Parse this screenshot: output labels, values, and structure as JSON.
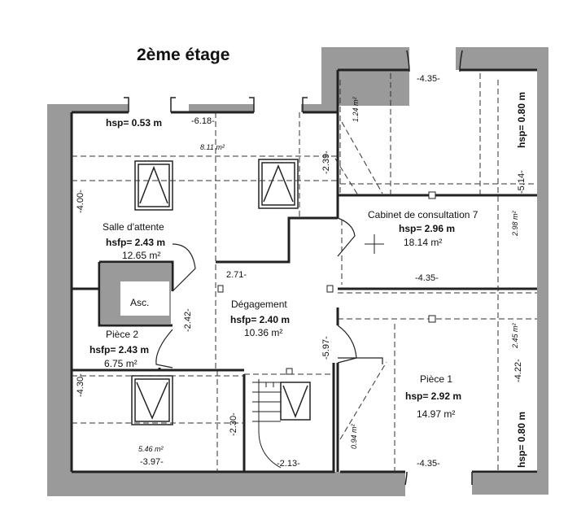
{
  "title": "2ème étage",
  "rooms": {
    "salle_attente": {
      "name": "Salle d'attente",
      "height": "hsfp= 2.43 m",
      "area": "12.65 m²"
    },
    "cabinet": {
      "name": "Cabinet de consultation 7",
      "height": "hsp= 2.96 m",
      "area": "18.14 m²"
    },
    "degagement": {
      "name": "Dégagement",
      "height": "hsfp= 2.40 m",
      "area": "10.36 m²"
    },
    "asc": {
      "name": "Asc."
    },
    "piece2": {
      "name": "Pièce 2",
      "height": "hsfp= 2.43 m",
      "area": "6.75 m²"
    },
    "piece1": {
      "name": "Pièce 1",
      "height": "hsp= 2.92 m",
      "area": "14.97 m²"
    }
  },
  "annotations": {
    "hsp_top": "hsp= 0.53 m",
    "hsp_right_top": "hsp= 0.80 m",
    "hsp_right_bottom": "hsp= 0.80 m",
    "area_top": "8.11 m²",
    "area_small_top": "1.24 m²",
    "area_side": "2.98 m²",
    "area_side_b": "2.45 m²",
    "area_stair": "0.94 m²",
    "area_bottom_left": "5.46 m²"
  },
  "dimensions": {
    "d618": "-6.18-",
    "d435_top": "-4.35-",
    "d400": "-4.00-",
    "d239": "-2.39-",
    "d514": "-5.14-",
    "d271": "2.71-",
    "d435_mid": "-4.35-",
    "d242": "-2.42-",
    "d597": "-5.97-",
    "d422": "-4.22-",
    "d430": "-4.30-",
    "d230": "-2.30-",
    "d397": "-3.97-",
    "d213": "-2.13-",
    "d435_bot": "-4.35-"
  }
}
